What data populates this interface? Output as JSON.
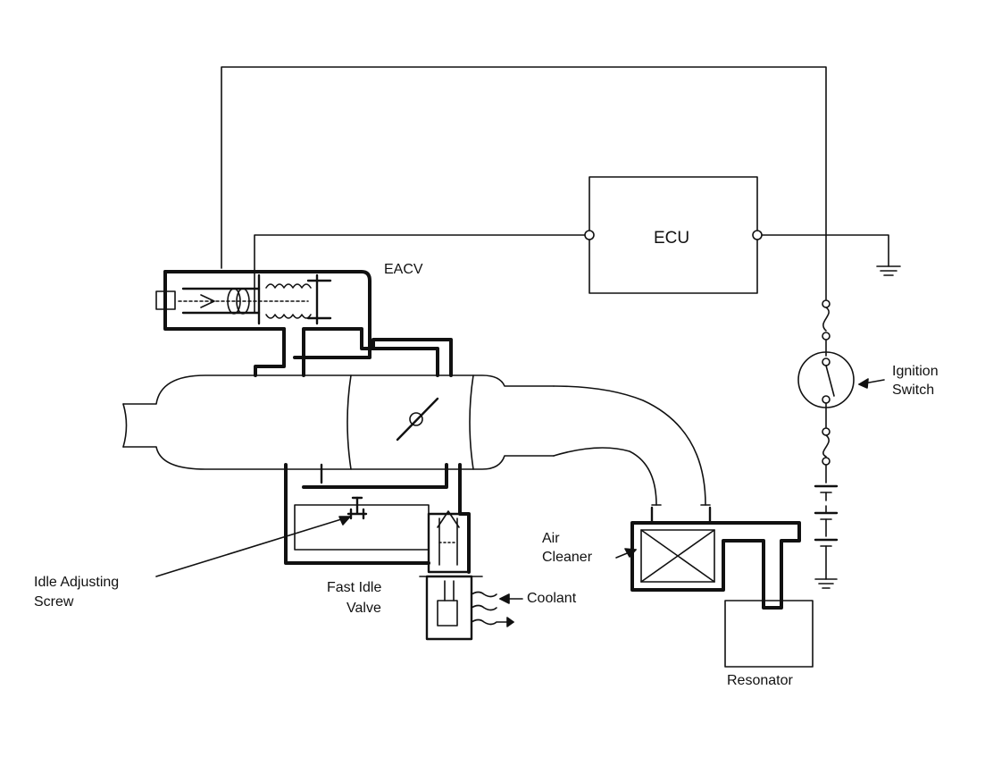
{
  "labels": {
    "eacv": "EACV",
    "ecu": "ECU",
    "ignition_line1": "Ignition",
    "ignition_line2": "Switch",
    "idle_screw_line1": "Idle Adjusting",
    "idle_screw_line2": "Screw",
    "fast_idle_line1": "Fast Idle",
    "fast_idle_line2": "Valve",
    "coolant": "Coolant",
    "air_cleaner_line1": "Air",
    "air_cleaner_line2": "Cleaner",
    "resonator": "Resonator"
  }
}
